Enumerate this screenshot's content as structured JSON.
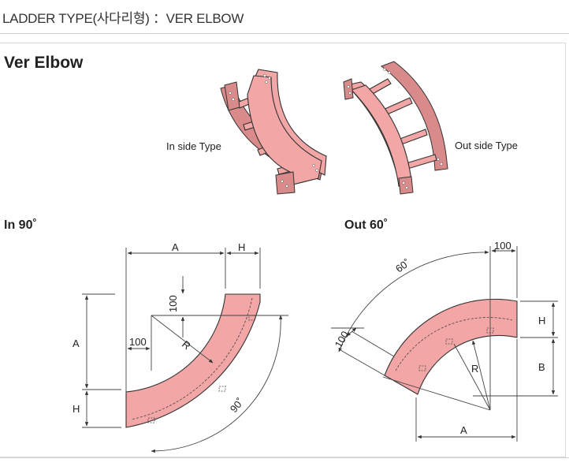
{
  "header": {
    "title": "LADDER TYPE(사다리형) ：VER ELBOW"
  },
  "section": {
    "title": "Ver Elbow"
  },
  "perspective": {
    "inside_label": "In side Type",
    "outside_label": "Out side Type"
  },
  "in90": {
    "title": "In 90˚",
    "dim_A_top": "A",
    "dim_H_top": "H",
    "dim_A_left": "A",
    "dim_H_left": "H",
    "dim_100_horizontal": "100",
    "dim_100_vertical": "100",
    "dim_R": "R",
    "angle": "90˚"
  },
  "out60": {
    "title": "Out 60˚",
    "dim_100_top": "100",
    "dim_100_left": "100",
    "angle": "60˚",
    "dim_H": "H",
    "dim_B": "B",
    "dim_R": "R",
    "dim_A": "A"
  },
  "colors": {
    "tray_fill": "#f2a6a6",
    "tray_dark": "#d98a8a",
    "outline": "#333333"
  }
}
